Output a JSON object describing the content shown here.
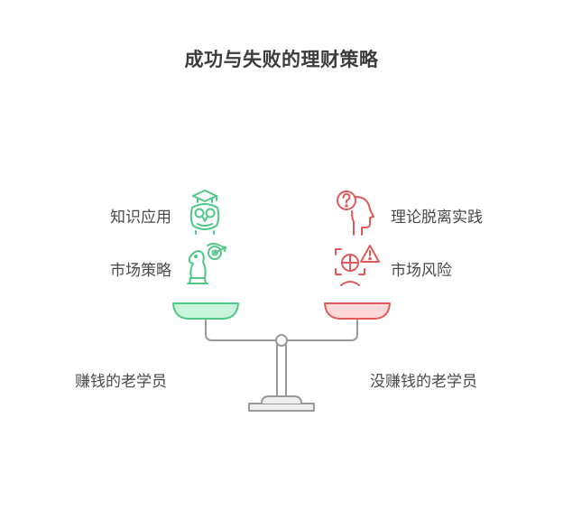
{
  "title": "成功与失败的理财策略",
  "left_side": {
    "items": [
      {
        "label": "知识应用",
        "icon": "owl-graduate-icon"
      },
      {
        "label": "市场策略",
        "icon": "chess-knight-target-icon"
      }
    ],
    "group_label": "赚钱的老学员",
    "color": "#4fc787",
    "pan_fill": "#c9f5dc"
  },
  "right_side": {
    "items": [
      {
        "label": "理论脱离实践",
        "icon": "head-question-icon"
      },
      {
        "label": "市场风险",
        "icon": "chart-warning-icon"
      }
    ],
    "group_label": "没赚钱的老学员",
    "color": "#e0595b",
    "pan_fill": "#fdd9d9"
  },
  "scale_color": "#9a9a9a"
}
